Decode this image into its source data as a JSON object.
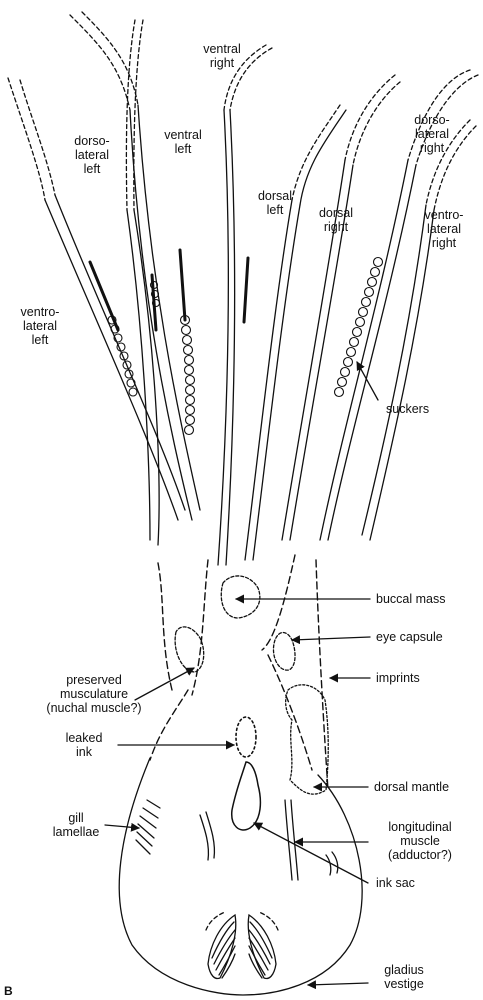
{
  "panel_letter": "B",
  "arm_labels": {
    "ventral_right": "ventral\nright",
    "dorso_lateral_left": "dorso-\nlateral\nleft",
    "ventral_left": "ventral\nleft",
    "dorsal_left": "dorsal\nleft",
    "dorsal_right": "dorsal\nright",
    "dorso_lateral_right": "dorso-\nlateral\nright",
    "ventro_lateral_right": "ventro-\nlateral\nright",
    "ventro_lateral_left": "ventro-\nlateral\nleft"
  },
  "callouts": {
    "suckers": "suckers",
    "buccal_mass": "buccal mass",
    "eye_capsule": "eye capsule",
    "imprints": "imprints",
    "preserved_musculature": "preserved\nmusculature\n(nuchal muscle?)",
    "leaked_ink": "leaked\nink",
    "dorsal_mantle": "dorsal mantle",
    "longitudinal_muscle": "longitudinal\nmuscle\n(adductor?)",
    "gill_lamellae": "gill\nlamellae",
    "ink_sac": "ink sac",
    "gladius_vestige": "gladius\nvestige"
  }
}
